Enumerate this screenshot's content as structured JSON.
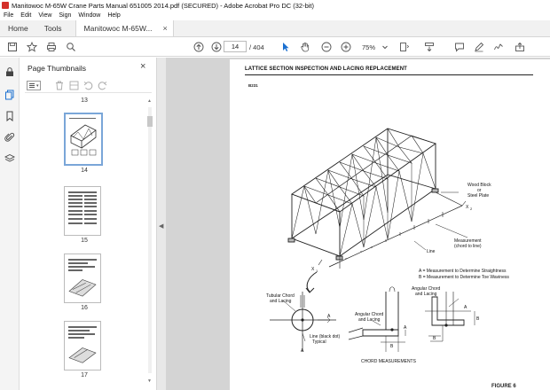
{
  "window": {
    "title": "Manitowoc M-65W Crane Parts Manual 651005 2014.pdf (SECURED) - Adobe Acrobat Pro DC (32-bit)"
  },
  "menu": [
    "File",
    "Edit",
    "View",
    "Sign",
    "Window",
    "Help"
  ],
  "tabs": {
    "home": "Home",
    "tools": "Tools",
    "document": "Manitowoc M-65W...",
    "close": "×"
  },
  "toolbar": {
    "page_current": "14",
    "page_total": "/ 404",
    "zoom": "75%"
  },
  "thumbnail_panel": {
    "title": "Page Thumbnails",
    "close": "×",
    "prev_label": "13",
    "items": [
      {
        "label": "14",
        "selected": true
      },
      {
        "label": "15",
        "selected": false
      },
      {
        "label": "16",
        "selected": false
      },
      {
        "label": "17",
        "selected": false
      }
    ]
  },
  "document_page": {
    "header": "LATTICE SECTION INSPECTION AND LACING REPLACEMENT",
    "page_code": "B231",
    "figure_caption": "FIGURE 6",
    "labels": {
      "wood_block_1": "Wood Block",
      "wood_block_2": "or",
      "wood_block_3": "Steel Plate",
      "x2": "X",
      "x2_sub": "2",
      "x1": "X",
      "x1_sub": "1",
      "line": "Line",
      "measurement_1": "Measurement",
      "measurement_2": "(chord to line)",
      "legend_a": "A = Measurement to Determine Straightness",
      "legend_b": "B = Measurement to Determine Toe Waviness",
      "tubular_1": "Tubular Chord",
      "tubular_2": "and Lacing",
      "angular_1": "Angular Chord",
      "angular_2": "and Lacing",
      "angular_3": "Angular Chord",
      "angular_4": "and Lacing",
      "line_black_dot_1": "Line (black dot)",
      "line_black_dot_2": "Typical",
      "chord_measurements": "CHORD MEASUREMENTS",
      "a": "A",
      "b": "B"
    }
  }
}
